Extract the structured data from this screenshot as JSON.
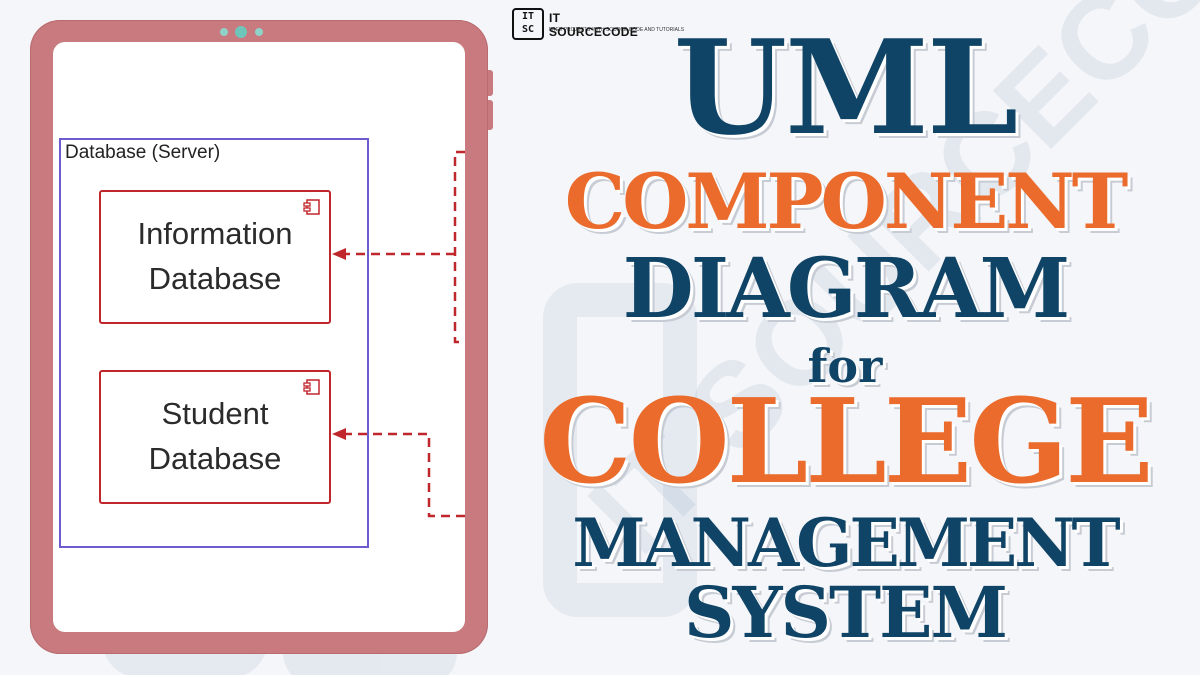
{
  "brand": {
    "logo_text": "IT SC",
    "name": "IT SOURCECODE",
    "tagline": "FREE PROJECTS WITH SOURCE CODE AND TUTORIALS"
  },
  "title": {
    "line1": "UML",
    "line2": "COMPONENT",
    "line3": "DIAGRAM",
    "line4": "for",
    "line5": "COLLEGE",
    "line6": "MANAGEMENT",
    "line7": "SYSTEM"
  },
  "diagram": {
    "container_label": "Database (Server)",
    "components": [
      {
        "label": "Information\nDatabase",
        "icon": "component-icon"
      },
      {
        "label": "Student\nDatabase",
        "icon": "component-icon"
      }
    ]
  },
  "colors": {
    "navy": "#0f4466",
    "orange": "#ea6b2b",
    "tablet_frame": "#c97a7e",
    "container_border": "#6d5bd0",
    "component_border": "#c0272d",
    "dependency_line": "#c0272d"
  }
}
